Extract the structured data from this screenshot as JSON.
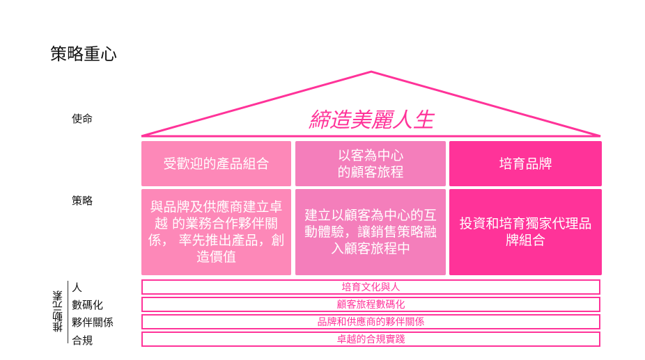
{
  "title": "策略重心",
  "labels": {
    "mission": "使命",
    "strategy": "策略",
    "drivers": "推動元素"
  },
  "mission": "締造美麗人生",
  "strategies": [
    {
      "heading": "受歡迎的產品組合",
      "detail": "與品牌及供應商建立卓越 的業務合作夥伴關係， 率先推出產品，創造價值"
    },
    {
      "heading": "以客為中心的顧客旅程",
      "detail": "建立以顧客為中心的互動體驗，讓銷售策略融入顧客旅程中"
    },
    {
      "heading": "培育品牌",
      "detail": "投資和培育獨家代理品牌組合"
    }
  ],
  "drivers": [
    {
      "label": "人",
      "text": "培育文化與人"
    },
    {
      "label": "數碼化",
      "text": "顧客旅程數碼化"
    },
    {
      "label": "夥伴關係",
      "text": "品牌和供應商的夥伴關係"
    },
    {
      "label": "合規",
      "text": "卓越的合規實踐"
    }
  ],
  "colors": {
    "accent": "#ff3399",
    "col1": "#fd88b8",
    "col2": "#f47ebb"
  }
}
